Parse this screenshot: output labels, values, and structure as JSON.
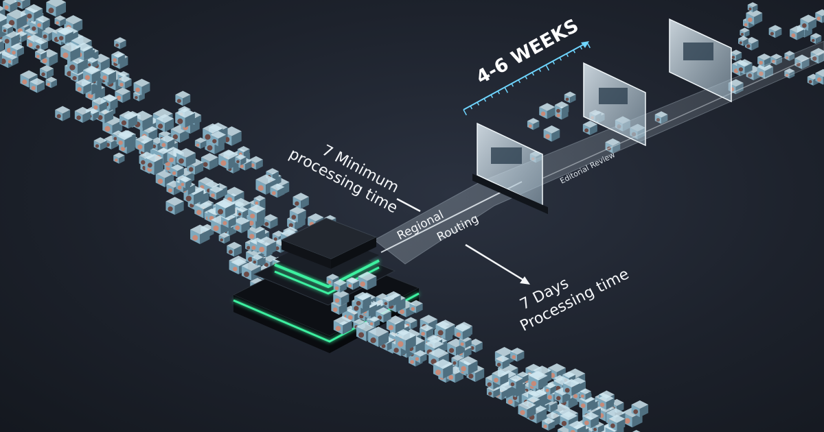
{
  "labels": {
    "weeks": "4-6 WEEKS",
    "min_line1": "7 Minimum",
    "min_line2": "processing time",
    "route_line1": "Regional",
    "route_line2": "Routing",
    "days_line1": "7 Days",
    "days_line2": "Processing time",
    "editorial": "Editorial Review"
  },
  "colors": {
    "background": "#1d222c",
    "accent_green": "#3cf0a0",
    "timeline_cyan": "#6fd6ff",
    "cube_glass": "#a8d4e6",
    "panel_glass": "#d8e8f2"
  },
  "icons": {
    "hub": "processing-hub-icon",
    "cube": "media-cube-icon",
    "gate": "review-gate-panel-icon"
  }
}
